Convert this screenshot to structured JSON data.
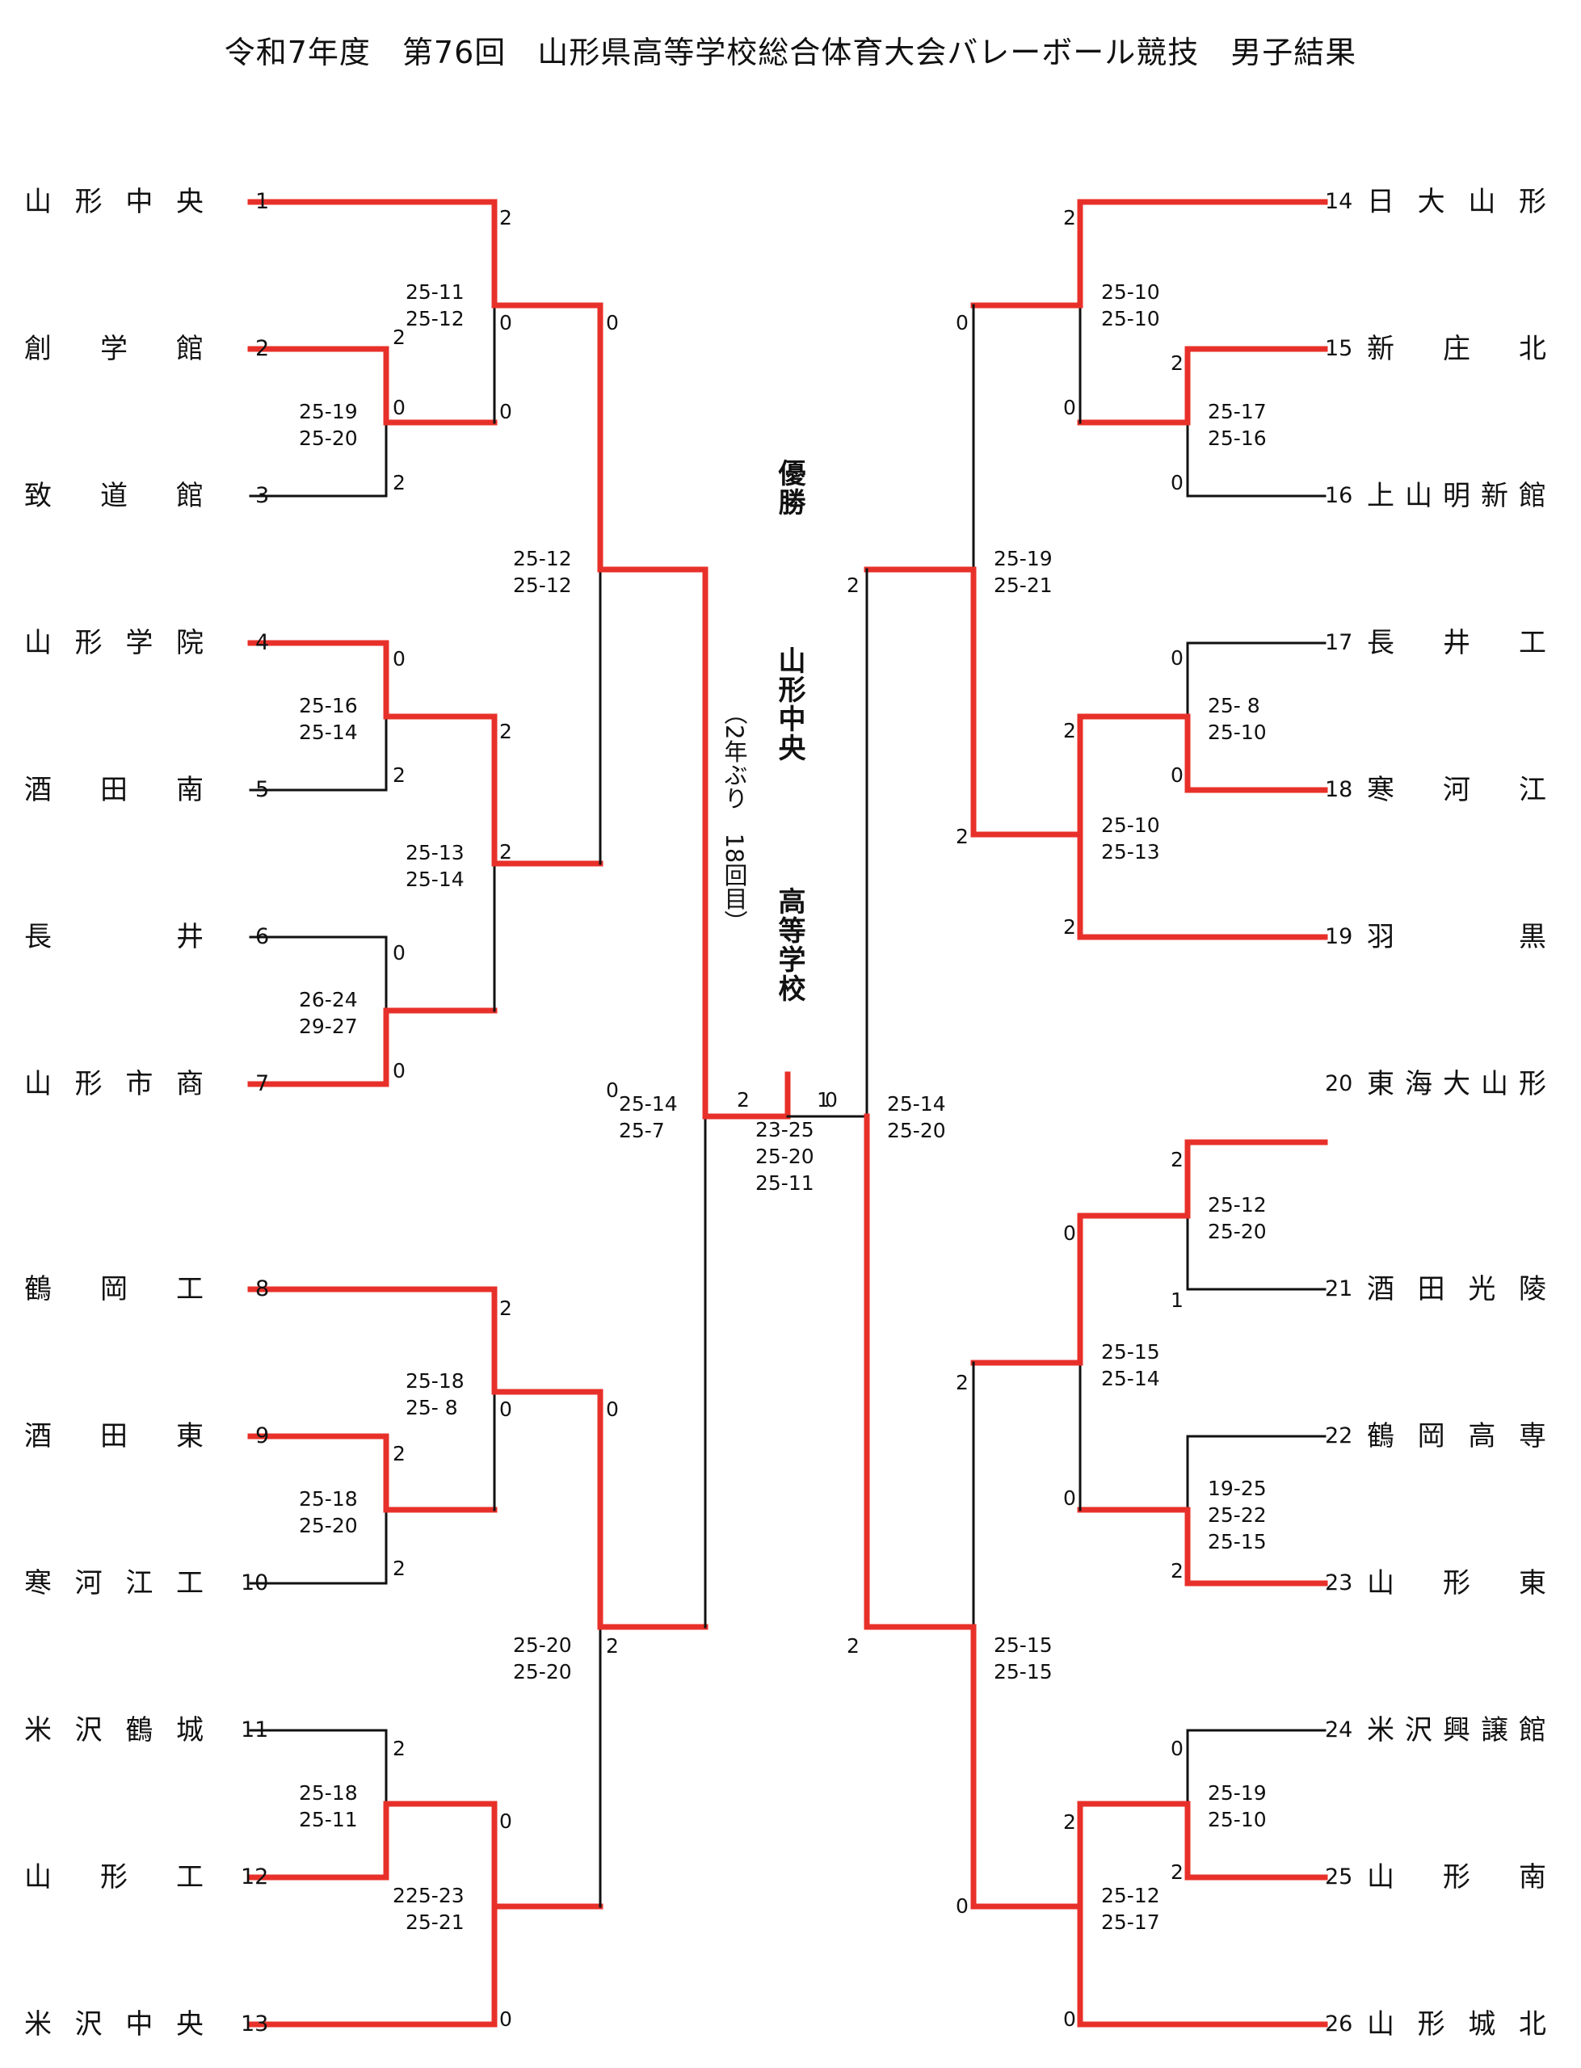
{
  "title": "令和7年度　第76回　山形県高等学校総合体育大会バレーボール競技　男子結果",
  "champion": {
    "heading": "優勝",
    "team": "山形中央",
    "school": "高等学校",
    "note": "（2年ぶり　18回目）"
  },
  "colors": {
    "winner_line": "#e8302a",
    "line": "#111111"
  },
  "teams": [
    {
      "no": "1",
      "name": "山形中央"
    },
    {
      "no": "2",
      "name": "創学館"
    },
    {
      "no": "3",
      "name": "致道館"
    },
    {
      "no": "4",
      "name": "山形学院"
    },
    {
      "no": "5",
      "name": "酒田南"
    },
    {
      "no": "6",
      "name": "長井"
    },
    {
      "no": "7",
      "name": "山形市商"
    },
    {
      "no": "8",
      "name": "鶴岡工"
    },
    {
      "no": "9",
      "name": "酒田東"
    },
    {
      "no": "10",
      "name": "寒河江工"
    },
    {
      "no": "11",
      "name": "米沢鶴城"
    },
    {
      "no": "12",
      "name": "山形工"
    },
    {
      "no": "13",
      "name": "米沢中央"
    },
    {
      "no": "14",
      "name": "日大山形"
    },
    {
      "no": "15",
      "name": "新庄北"
    },
    {
      "no": "16",
      "name": "上山明新館"
    },
    {
      "no": "17",
      "name": "長井工"
    },
    {
      "no": "18",
      "name": "寒河江"
    },
    {
      "no": "19",
      "name": "羽黒"
    },
    {
      "no": "20",
      "name": "東海大山形"
    },
    {
      "no": "21",
      "name": "酒田光陵"
    },
    {
      "no": "22",
      "name": "鶴岡高専"
    },
    {
      "no": "23",
      "name": "山形東"
    },
    {
      "no": "24",
      "name": "米沢興譲館"
    },
    {
      "no": "25",
      "name": "山形南"
    },
    {
      "no": "26",
      "name": "山形城北"
    }
  ],
  "set_counts": [
    "2",
    "2",
    "0",
    "0",
    "2",
    "0",
    "0",
    "2",
    "2",
    "0",
    "2",
    "0",
    "0",
    "2",
    "2",
    "0",
    "2",
    "0",
    "2",
    "0",
    "2",
    "0",
    "2",
    "0",
    "2",
    "0",
    "2",
    "0",
    "0",
    "2",
    "0",
    "2",
    "0",
    "2",
    "2",
    "0",
    "2",
    "0",
    "1",
    "2",
    "0",
    "2",
    "0",
    "2",
    "2",
    "0",
    "0",
    "2",
    "2",
    "1"
  ],
  "game_scores": [
    "25-11\n25-12",
    "25-19\n25-20",
    "25-12\n25-12",
    "25-16\n25-14",
    "25-13\n25-14",
    "26-24\n29-27",
    "25-14\n25-7",
    "25-18\n25- 8",
    "25-18\n25-20",
    "25-20\n25-20",
    "25-18\n25-11",
    "25-23\n25-21",
    "25-10\n25-10",
    "25-17\n25-16",
    "25-19\n25-21",
    "25- 8\n25-10",
    "25-10\n25-13",
    "25-14\n25-20",
    "25-12\n25-20",
    "25-15\n25-14",
    "19-25\n25-22\n25-15",
    "25-15\n25-15",
    "25-19\n25-10",
    "25-12\n25-17",
    "23-25\n25-20\n25-11"
  ]
}
